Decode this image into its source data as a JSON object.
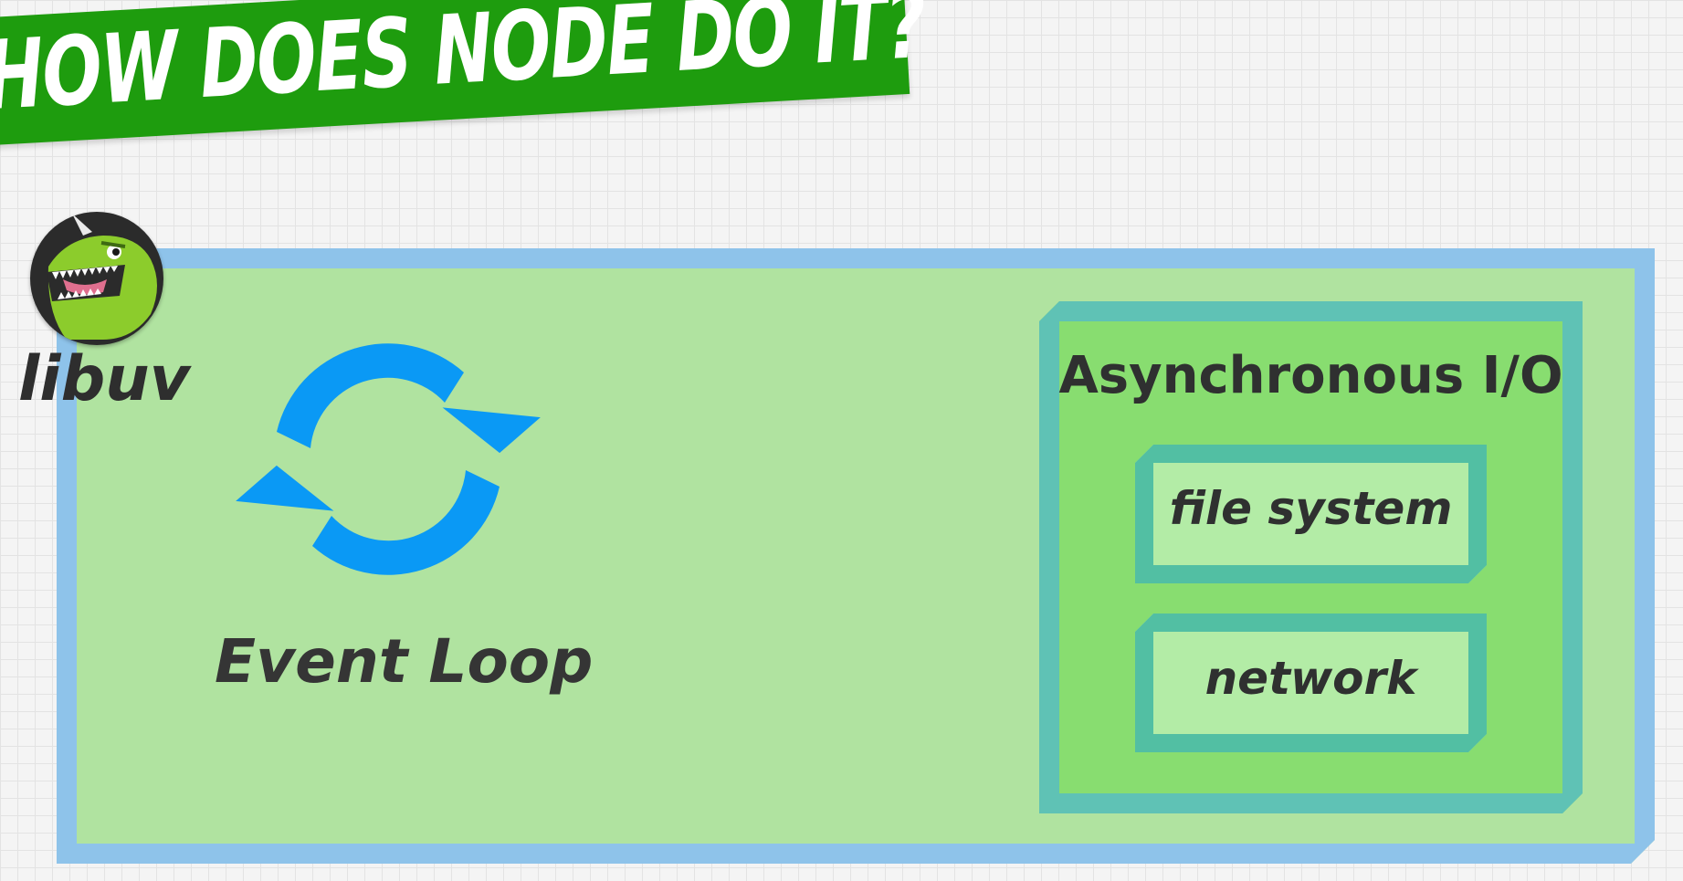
{
  "header": {
    "title": "HOW DOES NODE DO IT?"
  },
  "diagram": {
    "container_label": "libuv",
    "event_loop": {
      "label": "Event Loop",
      "icon": "refresh-cycle-icon"
    },
    "async_io": {
      "title": "Asynchronous I/O",
      "items": [
        {
          "label": "file system"
        },
        {
          "label": "network"
        }
      ]
    },
    "avatar_icon": "dinosaur-unicorn-avatar"
  },
  "colors": {
    "banner": "#1e9c0e",
    "libuv_fill": "#b0e3a0",
    "libuv_border": "#8ec3ea",
    "async_fill": "#88dd70",
    "async_border": "#5fc2b5",
    "item_fill": "#b3eca6",
    "item_border": "#52bfa3",
    "loop_arrows": "#0a99f5"
  }
}
